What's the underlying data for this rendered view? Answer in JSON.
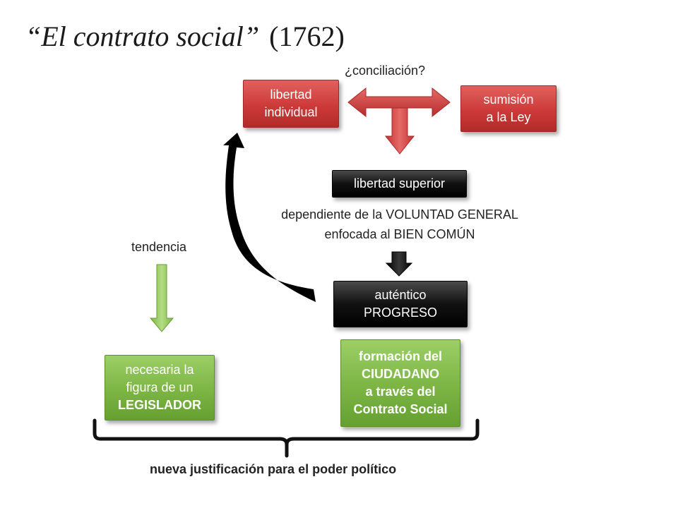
{
  "title": {
    "work": "“El contrato social”",
    "year": "(1762)"
  },
  "top": {
    "question": "¿conciliación?",
    "left_box": [
      "libertad",
      "individual"
    ],
    "right_box": [
      "sumisión",
      "a la Ley"
    ]
  },
  "middle": {
    "superior_box": "libertad superior",
    "dependency_text": [
      "dependiente de la VOLUNTAD GENERAL",
      "enfocada al BIEN COMÚN"
    ],
    "progress_box": [
      "auténtico",
      "PROGRESO"
    ]
  },
  "left": {
    "tendency_label": "tendencia",
    "legislator_box": [
      "necesaria la",
      "figura de un",
      "LEGISLADOR"
    ]
  },
  "bottom": {
    "citizen_box": [
      "formación del",
      "CIUDADANO",
      "a través del",
      "Contrato Social"
    ],
    "conclusion": "nueva justificación para el poder político"
  },
  "colors": {
    "red_box": "#cc3a38",
    "black_box": "#111111",
    "green_box": "#7cb544",
    "red_arrow": "#cf3b3a",
    "green_arrow": "#8bc34a",
    "text": "#222222"
  }
}
